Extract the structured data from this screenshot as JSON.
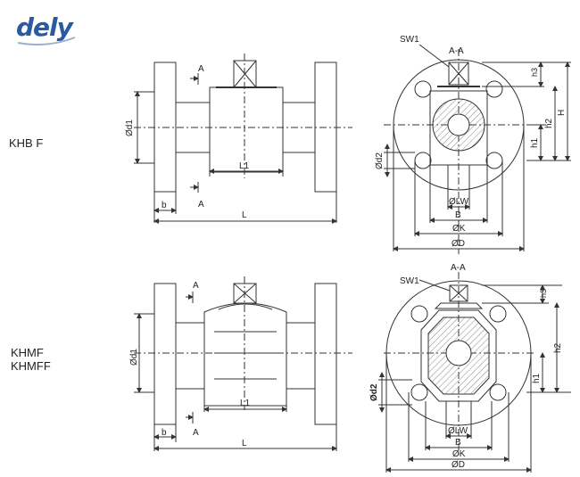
{
  "logo": {
    "text": "dely"
  },
  "models": {
    "top": "KHB F",
    "bottom_line1": "KHMF",
    "bottom_line2": "KHMFF"
  },
  "labels": {
    "section": "A-A",
    "a": "A",
    "sw1": "SW1",
    "d1": "Ød1",
    "d2": "Ød2",
    "d2_bold": "Ød2",
    "l1": "L1",
    "l": "L",
    "b": "b",
    "lw": "ØLW",
    "bdim": "B",
    "k": "ØK",
    "d": "ØD",
    "h": "H",
    "h1": "h1",
    "h2": "h2",
    "h3": "h3"
  },
  "colors": {
    "line": "#333333",
    "hatch": "#888888",
    "logo": "#2a5aa0"
  }
}
